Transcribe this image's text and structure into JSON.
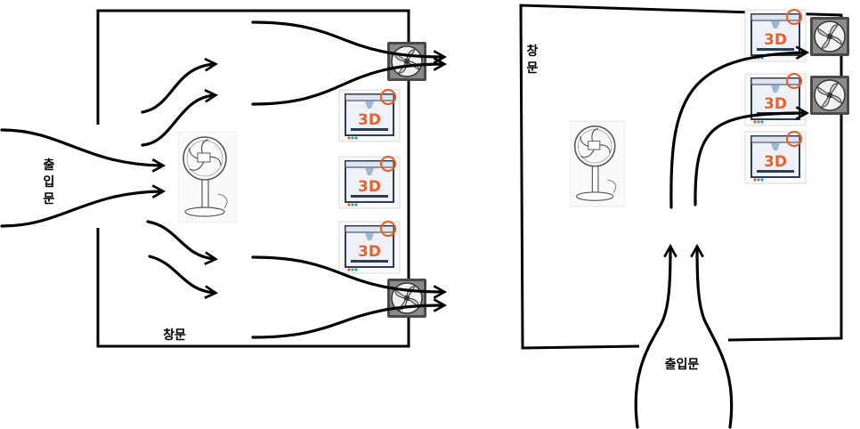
{
  "left_room": {
    "entrance_label": "출입문",
    "window_label": "창문"
  },
  "right_room": {
    "window_label": "창문",
    "entrance_label": "출입문"
  },
  "printer_badge_text": "3D",
  "colors": {
    "line": "#000000",
    "printer_accent": "#e8612c",
    "fan_dark": "#4a4a4a"
  },
  "icons": [
    "3d-printer-icon",
    "exhaust-fan-icon",
    "standing-fan-icon"
  ]
}
